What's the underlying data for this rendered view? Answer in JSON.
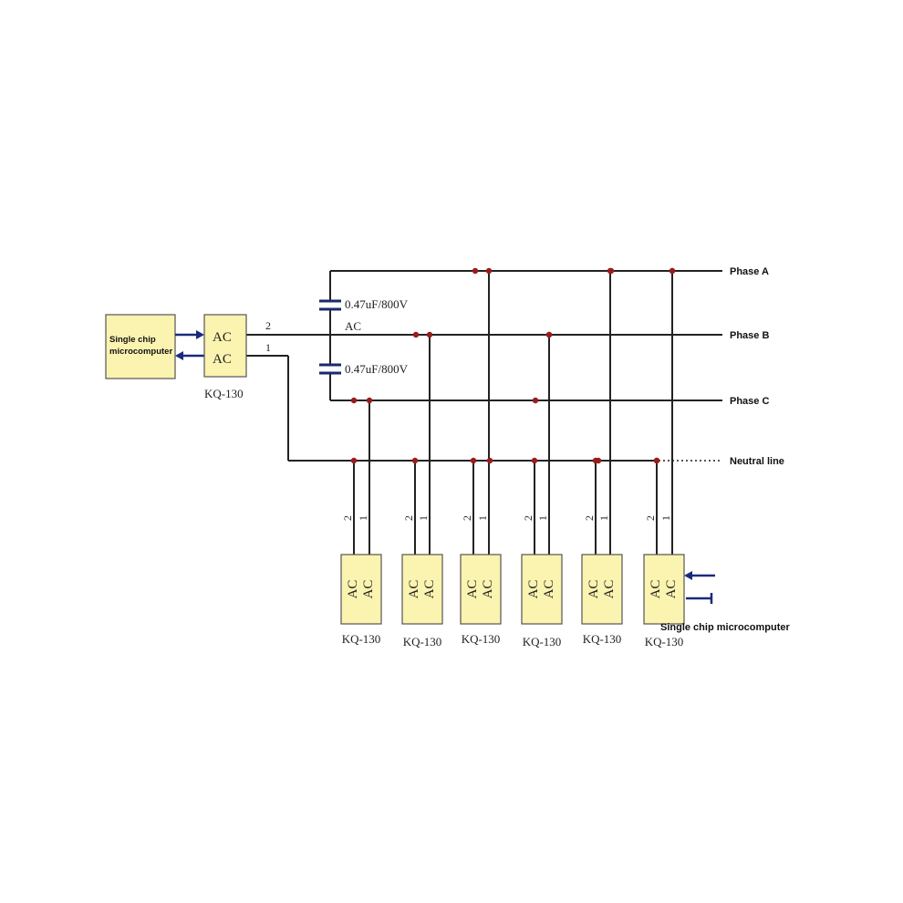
{
  "lines": {
    "phase_a": "Phase A",
    "phase_b": "Phase B",
    "phase_c": "Phase C",
    "neutral": "Neutral line"
  },
  "capacitors": {
    "top": "0.47uF/800V",
    "bottom": "0.47uF/800V",
    "ac": "AC"
  },
  "main_module": {
    "terminal_top": "AC",
    "terminal_bottom": "AC",
    "pin_upper": "2",
    "pin_lower": "1",
    "model": "KQ-130"
  },
  "mcu_left": {
    "line1": "Single chip",
    "line2": "microcomputer"
  },
  "mcu_right": "Single chip microcomputer",
  "modules": [
    {
      "terminal": "AC",
      "terminal2": "AC",
      "pin_a": "2",
      "pin_b": "1",
      "model": "KQ-130"
    },
    {
      "terminal": "AC",
      "terminal2": "AC",
      "pin_a": "2",
      "pin_b": "1",
      "model": "KQ-130"
    },
    {
      "terminal": "AC",
      "terminal2": "AC",
      "pin_a": "2",
      "pin_b": "1",
      "model": "KQ-130"
    },
    {
      "terminal": "AC",
      "terminal2": "AC",
      "pin_a": "2",
      "pin_b": "1",
      "model": "KQ-130"
    },
    {
      "terminal": "AC",
      "terminal2": "AC",
      "pin_a": "2",
      "pin_b": "1",
      "model": "KQ-130"
    },
    {
      "terminal": "AC",
      "terminal2": "AC",
      "pin_a": "2",
      "pin_b": "1",
      "model": "KQ-130"
    }
  ]
}
